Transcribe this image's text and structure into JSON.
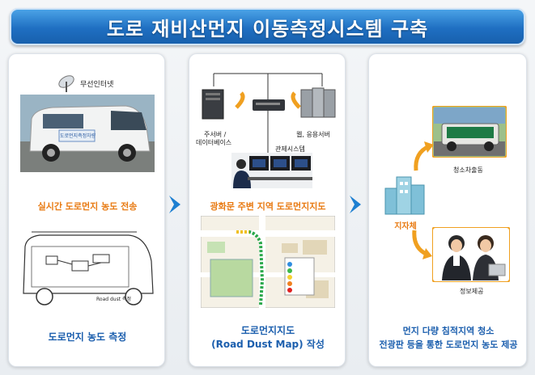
{
  "title": "도로 재비산먼지 이동측정시스템 구축",
  "panel1": {
    "antenna_label": "무선인터넷",
    "van_text": "도로먼지측정차량",
    "orange_caption": "실시간 도로먼지 농도 전송",
    "schematic_label": "Road dust 측정",
    "bottom_caption": "도로먼지 농도 측정"
  },
  "panel2": {
    "server_label_1": "주서버 /",
    "server_label_2": "데이터베이스",
    "web_server_label": "웹, 응용서버",
    "control_label": "관제시스템",
    "orange_caption": "광화문 주변 지역 도로먼지지도",
    "bottom_caption_1": "도로먼지지도",
    "bottom_caption_2": "(Road Dust Map) 작성"
  },
  "panel3": {
    "truck_label": "청소차출동",
    "city_label": "지자체",
    "info_label": "정보제공",
    "bottom_caption_1": "먼지 다량 침적지역 청소",
    "bottom_caption_2": "전광판 등을 통한 도로먼지 농도 제공"
  },
  "colors": {
    "title_bg": "#1f6fc2",
    "orange": "#e87a12",
    "caption_blue": "#1c5fae",
    "arrow_blue": "#1d7fd1"
  }
}
